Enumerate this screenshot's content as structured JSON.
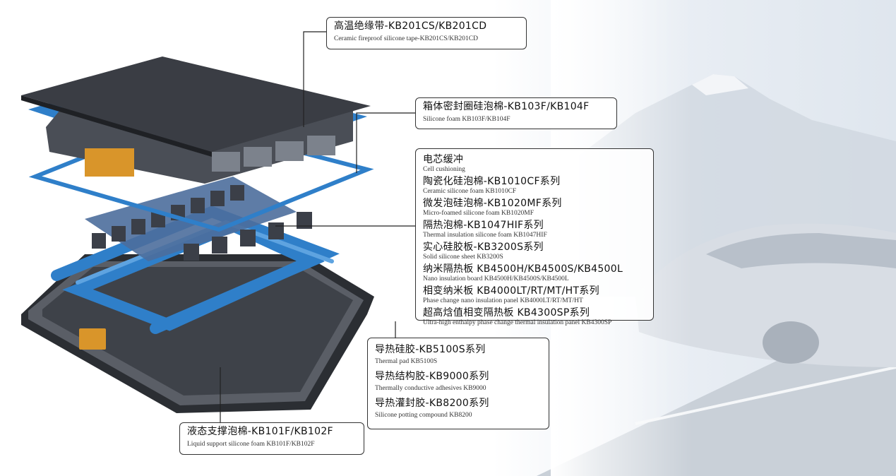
{
  "labels": {
    "tape": {
      "zh": "高温绝缘带-KB201CS/KB201CD",
      "en": "Ceramic fireproof silicone tape-KB201CS/KB201CD"
    },
    "seal": {
      "zh": "箱体密封圈硅泡棉-KB103F/KB104F",
      "en": "Silicone foam KB103F/KB104F"
    },
    "cell": {
      "title_zh": "电芯缓冲",
      "title_en": "Cell cushioning",
      "items": [
        {
          "zh": "陶瓷化硅泡棉-KB1010CF系列",
          "en": "Ceramic silicone foam KB1010CF"
        },
        {
          "zh": "微发泡硅泡棉-KB1020MF系列",
          "en": "Micro-foamed silicone foam KB1020MF"
        },
        {
          "zh": "隔热泡棉-KB1047HIF系列",
          "en": "Thermal insulation silicone foam KB1047HIF"
        },
        {
          "zh": "实心硅胶板-KB3200S系列",
          "en": "Solid silicone sheet KB3200S"
        },
        {
          "zh": "纳米隔热板 KB4500H/KB4500S/KB4500L",
          "en": "Nano insulation board KB4500H/KB4500S/KB4500L"
        },
        {
          "zh": "相变纳米板 KB4000LT/RT/MT/HT系列",
          "en": "Phase change nano insulation panel KB4000LT/RT/MT/HT"
        },
        {
          "zh": "超高焓值相变隔热板 KB4300SP系列",
          "en": "Ultra-high enthalpy phase change thermal insulation panel KB4300SP"
        }
      ]
    },
    "thermal": {
      "items": [
        {
          "zh": "导热硅胶-KB5100S系列",
          "en": "Thermal pad KB5100S"
        },
        {
          "zh": "导热结构胶-KB9000系列",
          "en": "Thermally conductive adhesives KB9000"
        },
        {
          "zh": "导热灌封胶-KB8200系列",
          "en": "Silicone potting compound KB8200"
        }
      ]
    },
    "liquid": {
      "zh": "液态支撑泡棉-KB101F/KB102F",
      "en": "Liquid support silicone foam KB101F/KB102F"
    }
  },
  "colors": {
    "accent_blue": "#2f7fc9",
    "cover": "#3a3d44",
    "connector": "#d9952a"
  }
}
